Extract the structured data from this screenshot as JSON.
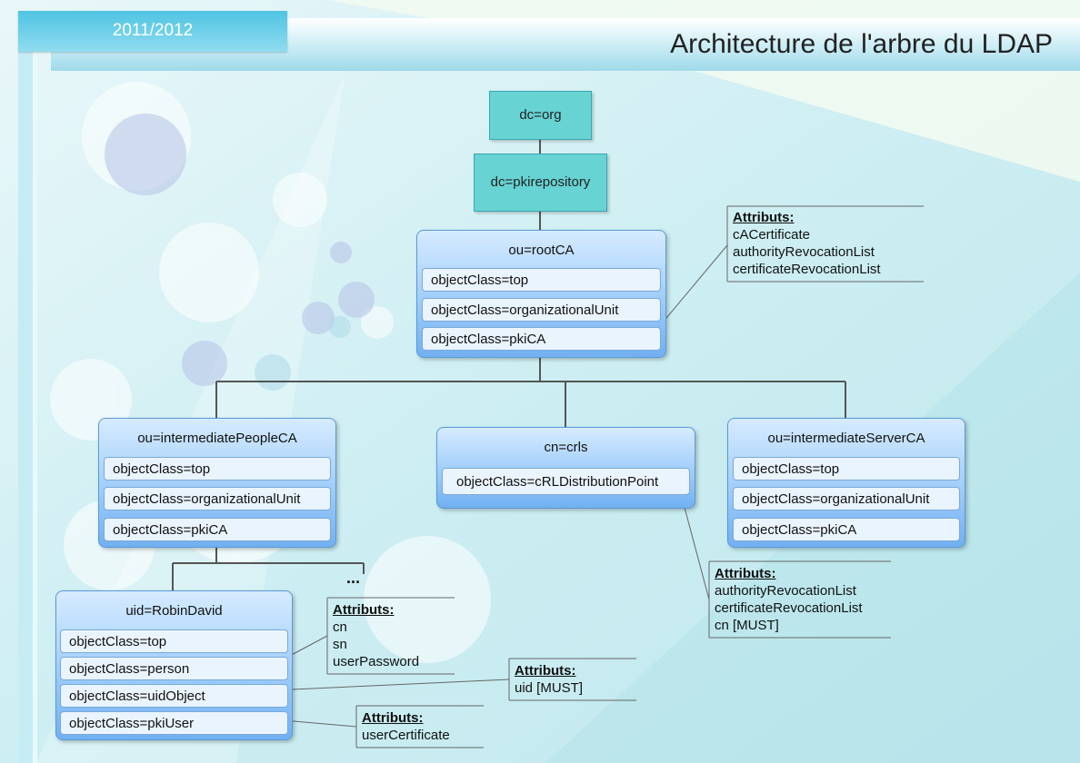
{
  "header": {
    "year": "2011/2012",
    "title": "Architecture  de l'arbre du LDAP"
  },
  "nodes": {
    "dc_org": "dc=org",
    "dc_pki": "dc=pkirepository",
    "rootca": {
      "title": "ou=rootCA",
      "classes": [
        "objectClass=top",
        "objectClass=organizationalUnit",
        "objectClass=pkiCA"
      ]
    },
    "people": {
      "title": "ou=intermediatePeopleCA",
      "classes": [
        "objectClass=top",
        "objectClass=organizationalUnit",
        "objectClass=pkiCA"
      ]
    },
    "crls": {
      "title": "cn=crls",
      "classes": [
        "objectClass=cRLDistributionPoint"
      ]
    },
    "server": {
      "title": "ou=intermediateServerCA",
      "classes": [
        "objectClass=top",
        "objectClass=organizationalUnit",
        "objectClass=pkiCA"
      ]
    },
    "user": {
      "title": "uid=RobinDavid",
      "classes": [
        "objectClass=top",
        "objectClass=person",
        "objectClass=uidObject",
        "objectClass=pkiUser"
      ]
    }
  },
  "attributes": {
    "rootca": {
      "heading": "Attributs:",
      "items": [
        "cACertificate",
        "authorityRevocationList",
        "certificateRevocationList"
      ]
    },
    "crls": {
      "heading": "Attributs:",
      "items": [
        "authorityRevocationList",
        "certificateRevocationList",
        "cn [MUST]"
      ]
    },
    "person": {
      "heading": "Attributs:",
      "items": [
        "cn",
        "sn",
        "userPassword"
      ]
    },
    "uidobject": {
      "heading": "Attributs:",
      "items": [
        "uid [MUST]"
      ]
    },
    "pkiuser": {
      "heading": "Attributs:",
      "items": [
        "userCertificate"
      ]
    }
  },
  "ellipsis": "..."
}
